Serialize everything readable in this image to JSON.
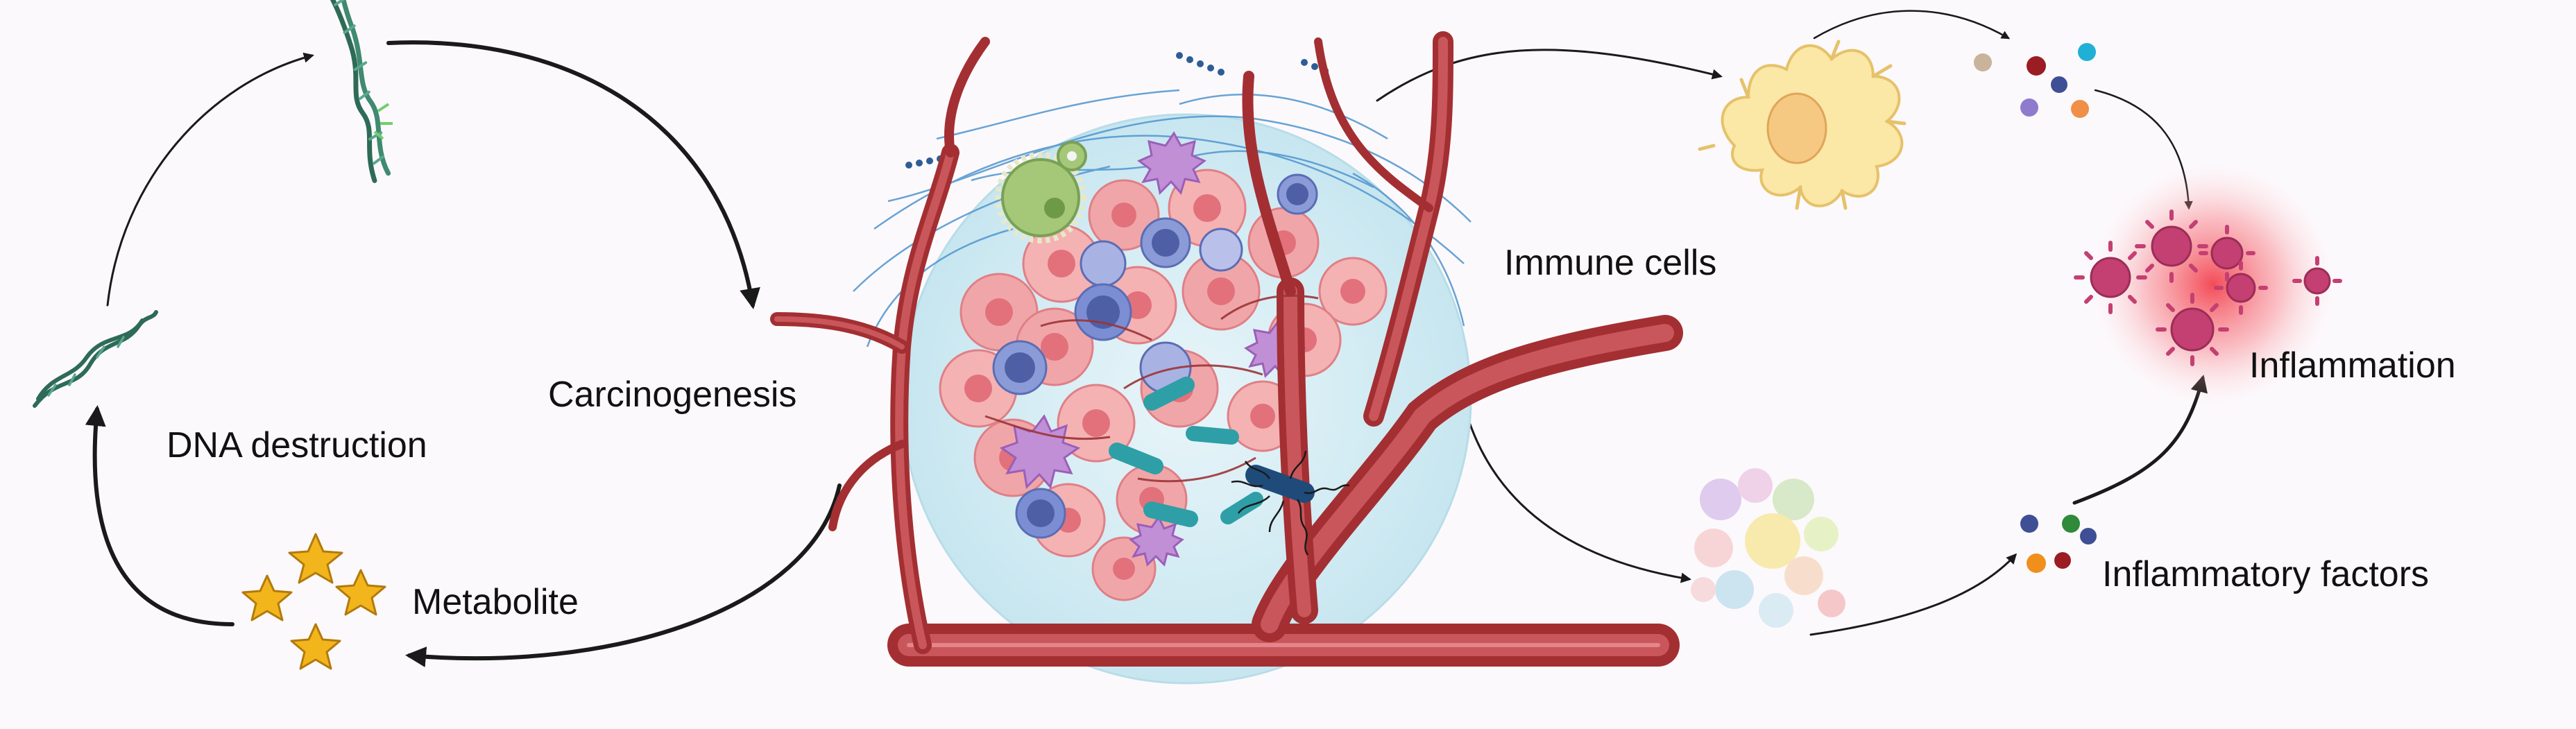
{
  "labels": {
    "carcinogenesis": "Carcinogenesis",
    "dna_destruction": "DNA destruction",
    "metabolite": "Metabolite",
    "immune_cells": "Immune cells",
    "inflammation": "Inflammation",
    "inflammatory_factors": "Inflammatory factors"
  },
  "colors": {
    "background": "#fcf9fc",
    "arrow": "#1a1a1a",
    "dna": "#2e6b57",
    "star": "#f2b51c",
    "vessel": "#b8403f",
    "tumor_halo": "#cfeaf2",
    "tumor_cell": "#f0a6a8",
    "immune_cell": "#fbe7a6",
    "inflammation_glow": "#f2434f",
    "virus": "#c43f72",
    "bacteria": "#2e9fa6"
  },
  "icons": {
    "dna_top": "dna-helix-icon",
    "dna_left": "dna-helix-icon",
    "stars": "metabolite-stars-icon",
    "tumor": "tumor-microenvironment-icon",
    "immune": "dendritic-cell-icon",
    "cell_cluster": "cell-cluster-icon",
    "cytokines": "cytokine-dots-icon",
    "inflammation": "virus-inflammation-icon"
  }
}
